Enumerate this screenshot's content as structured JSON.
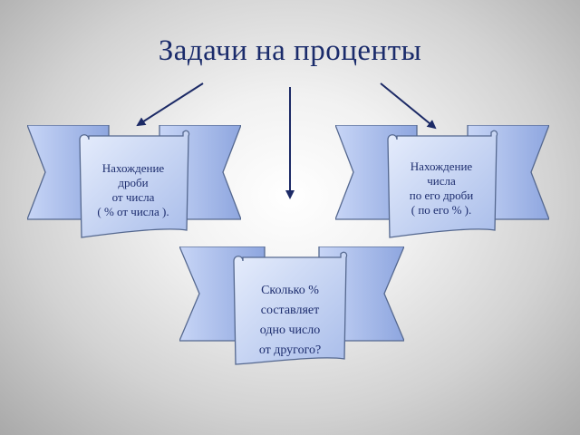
{
  "title": "Задачи на проценты",
  "boxes": {
    "left": {
      "lines": [
        "Нахождение",
        "дроби",
        "от числа",
        "( % от числа )."
      ]
    },
    "right": {
      "lines": [
        "Нахождение",
        "числа",
        "по его дроби",
        "( по его % )."
      ]
    },
    "bottom": {
      "lines": [
        "Сколько %",
        "составляет",
        "одно число",
        "от другого?"
      ]
    }
  },
  "colors": {
    "title": "#1a2b6b",
    "text": "#1d2d6e",
    "banner_fill_light": "#dde6fb",
    "banner_fill_dark": "#9fb4e6",
    "outline": "#55688f",
    "arrow": "#1c2a66"
  }
}
